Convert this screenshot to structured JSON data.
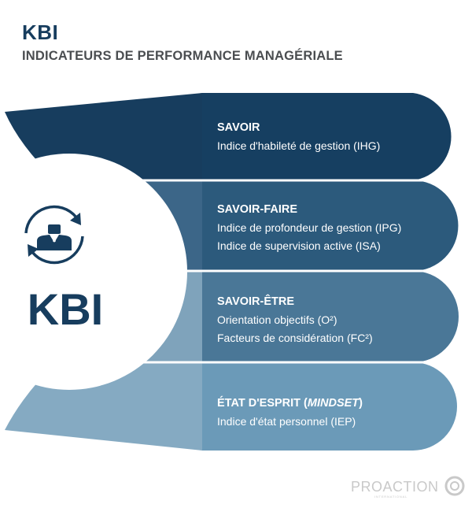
{
  "header": {
    "title": "KBI",
    "subtitle": "INDICATEURS DE PERFORMANCE MANAGÉRIALE"
  },
  "center": {
    "label": "KBI",
    "icon": "manager-cycle-icon"
  },
  "sections": [
    {
      "title": "SAVOIR",
      "items": [
        "Indice d'habileté de gestion (IHG)"
      ],
      "color": "#163f61",
      "wedge_color": "#173d5e"
    },
    {
      "title": "SAVOIR-FAIRE",
      "items": [
        "Indice de profondeur de gestion (IPG)",
        "Indice de supervision active (ISA)"
      ],
      "color": "#2c5a7c",
      "wedge_color": "#3c6688"
    },
    {
      "title": "SAVOIR-ÊTRE",
      "items": [
        "Orientation objectifs (O²)",
        "Facteurs de considération (FC²)"
      ],
      "color": "#4a7797",
      "wedge_color": "#7fa3bb"
    },
    {
      "title": "ÉTAT D'ESPRIT (",
      "title_emphasis": "MINDSET",
      "title_end": ")",
      "items": [
        "Indice d'état personnel (IEP)"
      ],
      "color": "#6b9ab8",
      "wedge_color": "#85aac2"
    }
  ],
  "logo": {
    "text": "PROACTION",
    "tagline": "INTERNATIONAL"
  }
}
